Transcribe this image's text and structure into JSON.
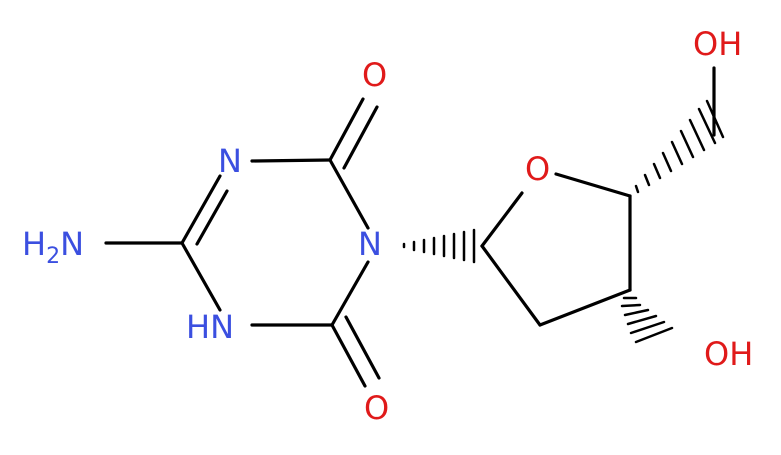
{
  "molecule": {
    "atoms": {
      "n_top": "N",
      "nh2_h": "H",
      "nh2_sub": "2",
      "nh2_n": "N",
      "nh_n": "N",
      "nh_h": "H",
      "n_ring": "N",
      "o_top": "O",
      "o_bottom": "O",
      "o_ring": "O",
      "oh_bottom": "OH",
      "oh_top": "OH"
    },
    "colors": {
      "nitrogen": "#3b4fe0",
      "oxygen": "#e01a1a",
      "carbon_bond": "#000000"
    }
  }
}
